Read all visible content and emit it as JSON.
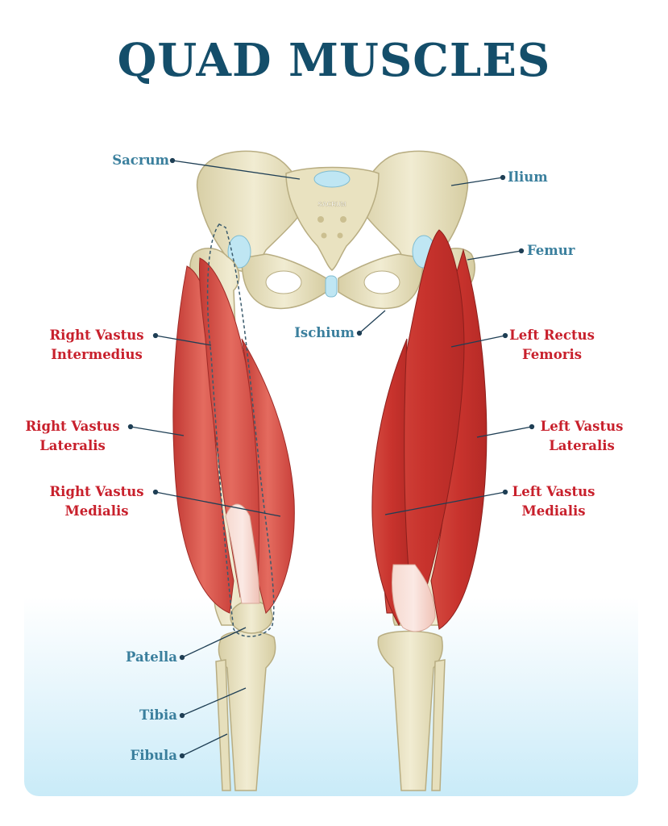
{
  "title": "QUAD MUSCLES",
  "colors": {
    "title": "#144e6a",
    "bone_label": "#3a7f9d",
    "muscle_label": "#c8202c",
    "bone": "#ece6c6",
    "cartilage": "#bfe6f3",
    "muscle": "#d8514a",
    "tendon": "#f3cfc6"
  },
  "sacrum_text": "SACRUM",
  "labels": {
    "sacrum": "Sacrum",
    "ilium": "Ilium",
    "femur": "Femur",
    "ischium": "Ischium",
    "right_vastus_intermedius": [
      "Right Vastus",
      "Intermedius"
    ],
    "left_rectus_femoris": [
      "Left Rectus",
      "Femoris"
    ],
    "right_vastus_lateralis": [
      "Right Vastus",
      "Lateralis"
    ],
    "left_vastus_lateralis": [
      "Left Vastus",
      "Lateralis"
    ],
    "right_vastus_medialis": [
      "Right Vastus",
      "Medialis"
    ],
    "left_vastus_medialis": [
      "Left Vastus",
      "Medialis"
    ],
    "patella": "Patella",
    "tibia": "Tibia",
    "fibula": "Fibula"
  }
}
